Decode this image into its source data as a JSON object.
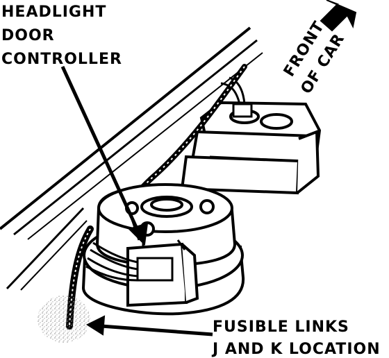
{
  "labels": {
    "controller_line1": "HEADLIGHT",
    "controller_line2": "DOOR",
    "controller_line3": "CONTROLLER",
    "front_line1": "FRONT",
    "front_line2": "OF CAR",
    "fusible_line1": "FUSIBLE LINKS",
    "fusible_line2": "J AND K LOCATION"
  },
  "colors": {
    "ink": "#000000",
    "paper": "#ffffff",
    "speckle": "#9a9a9a"
  }
}
